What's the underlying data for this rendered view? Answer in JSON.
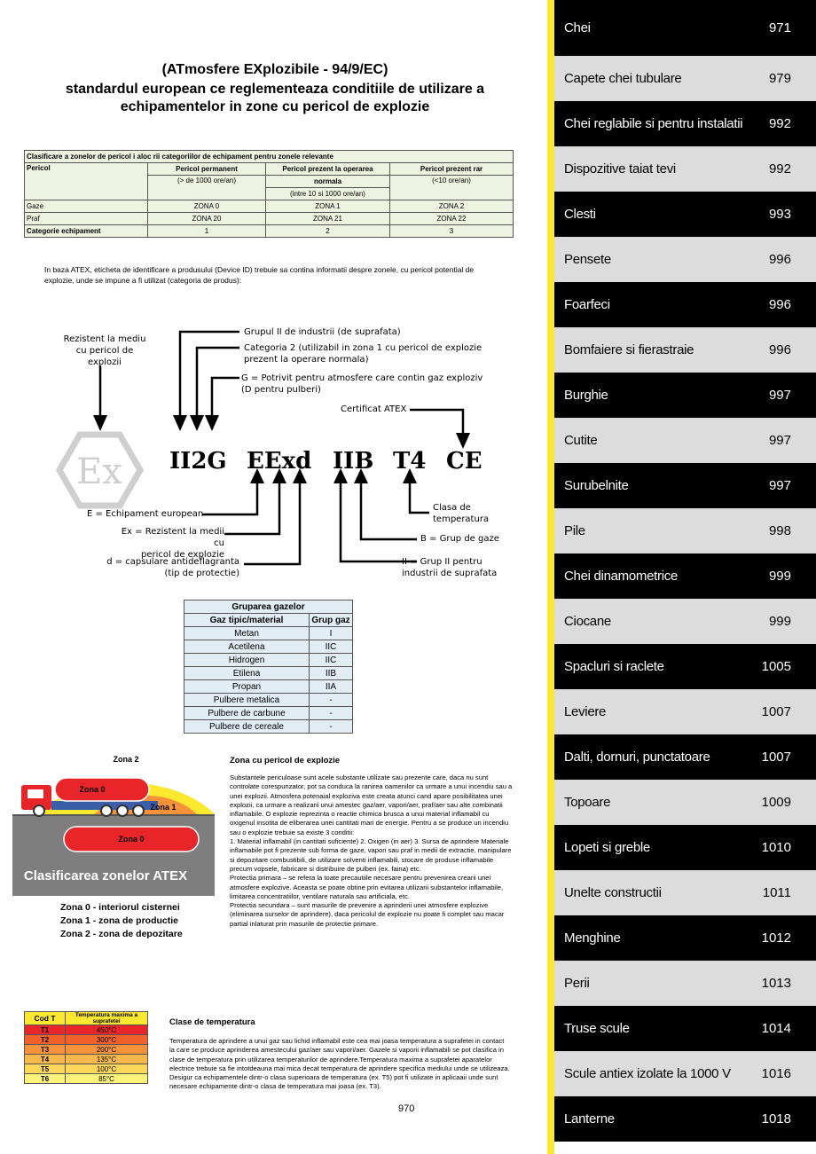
{
  "header": {
    "title_line1": "(ATmosfere EXplozibile - 94/9/EC)",
    "title_line2": "standardul european ce reglementeaza conditiile de utilizare a",
    "title_line3": "echipamentelor in zone cu pericol de explozie"
  },
  "zones_table": {
    "caption": "Clasificare a zonelor de pericol  i aloc rii categoriilor de echipament pentru zonele relevante",
    "col_pericol": "Pericol",
    "col1_title": "Pericol permanent",
    "col1_sub": "(> de 1000 ore/an)",
    "col2_title": "Pericol prezent la operarea",
    "col2_title2": "normala",
    "col2_sub": "(intre 10 si 1000 ore/an)",
    "col3_title": "Pericol prezent rar",
    "col3_sub": "(<10 ore/an)",
    "rows": [
      {
        "label": "Gaze",
        "c1": "ZONA 0",
        "c2": "ZONA 1",
        "c3": "ZONA 2"
      },
      {
        "label": "Praf",
        "c1": "ZONA 20",
        "c2": "ZONA 21",
        "c3": "ZONA 22"
      },
      {
        "label": "Categorie echipament",
        "c1": "1",
        "c2": "2",
        "c3": "3"
      }
    ]
  },
  "intro_text": "In baza ATEX, eticheta de identificare a produsului (Device ID) trebuie sa contina informatii despre zonele, cu pericol potential de explozie, unde se impune a fi utilizat (categoria de produs):",
  "marking": {
    "ex_symbol": "Ex",
    "code_ii2g": "II2G",
    "code_eexd": "EExd",
    "code_iib": "IIB",
    "code_t4": "T4",
    "code_ce": "CE",
    "lbl_rezistent_1": "Rezistent la mediu",
    "lbl_rezistent_2": "cu pericol de explozii",
    "lbl_grupul_ii": "Grupul II de industrii (de suprafata)",
    "lbl_categoria_1": "Categoria 2 (utilizabil in zona 1 cu pericol de explozie",
    "lbl_categoria_2": "prezent la operare normala)",
    "lbl_g_1": "G = Potrivit pentru atmosfere care contin gaz exploziv",
    "lbl_g_2": "(D pentru pulberi)",
    "lbl_certificat": "Certificat ATEX",
    "lbl_e": "E = Echipament european",
    "lbl_ex_1": "Ex = Rezistent la medii cu",
    "lbl_ex_2": "pericol de explozie",
    "lbl_d_1": "d = capsulare antideflagranta",
    "lbl_d_2": "(tip de protectie)",
    "lbl_clasa_1": "Clasa de",
    "lbl_clasa_2": "temperatura",
    "lbl_b": "B = Grup de gaze",
    "lbl_ii_1": "II = Grup II pentru",
    "lbl_ii_2": "industrii de suprafata"
  },
  "gas_table": {
    "title": "Gruparea gazelor",
    "h1": "Gaz tipic/material",
    "h2": "Grup gaz",
    "rows": [
      {
        "gaz": "Metan",
        "grup": "I"
      },
      {
        "gaz": "Acetilena",
        "grup": "IIC"
      },
      {
        "gaz": "Hidrogen",
        "grup": "IIC"
      },
      {
        "gaz": "Etilena",
        "grup": "IIB"
      },
      {
        "gaz": "Propan",
        "grup": "IIA"
      },
      {
        "gaz": "Pulbere metalica",
        "grup": "-"
      },
      {
        "gaz": "Pulbere de carbune",
        "grup": "-"
      },
      {
        "gaz": "Pulbere de cereale",
        "grup": "-"
      }
    ]
  },
  "atex_image": {
    "zona2": "Zona 2",
    "zona1": "Zona 1",
    "zona0_top": "Zona 0",
    "zona0_bottom": "Zona 0",
    "caption": "Clasificarea zonelor ATEX"
  },
  "zone_list": {
    "z0": "Zona 0 - interiorul cisternei",
    "z1": "Zona 1 - zona de productie",
    "z2": "Zona 2 - zona de depozitare"
  },
  "explosion_section": {
    "title": "Zona cu pericol de explozie",
    "p1": "Substantele periculoase sunt acele substante utilizate sau prezente care, daca nu sunt controlate corespunzator, pot sa conduca la ranirea oamenilor ca urmare a unui incendiu sau a unei explozii. Atmosfera potenaial exploziva este creata atunci cand apare posibilitatea unei explozii, ca urmare a realizarii unui amestec gaz/aer, vapori/aer, praf/aer sau alte combinatii inflamabile. O explozie reprezinta o reactie chimica brusca a unui material inflamabil cu oxigenul insotita de eliberarea unei cantitati mari de energie. Pentru a se produce un incendiu sau o explozie trebuie sa existe 3 conditii:",
    "p2": "1. Material inflamabil (in cantitati suficiente) 2. Oxigen (in aer) 3. Sursa de aprindere Materiale inflamabile pot fi prezente sub forma de gaze, vapori sau praf in medii de extractie, manipulare si depozitare combustibili, de utilizare solventi inflamabili, stocare de produse inflamabile precum vopsele, fabricare si distribuire de pulberi (ex. faina) etc.",
    "p3": "Protectia primara – se refera la toate precautiile necesare pentru prevenirea crearii unei atmosfere explozive. Aceasta se poate obtine prin evitarea utilizarii substantelor inflamabile, limitarea concentratiilor, ventilare naturala sau artificiala, etc.",
    "p4": "Protectia secundara – sunt masurile de prevenire a aprinderii unei atmosfere explozive (eliminarea surselor de aprindere), daca pericolul de explozie nu poate fi complet sau macar partial inlaturat prin masurile de protectie primare."
  },
  "temp_table": {
    "h1": "Cod T",
    "h2": "Temperatura maxima a suprafetei",
    "rows": [
      {
        "cod": "T1",
        "temp": "450°C",
        "color": "#e8262a"
      },
      {
        "cod": "T2",
        "temp": "300°C",
        "color": "#f0612c"
      },
      {
        "cod": "T3",
        "temp": "200°C",
        "color": "#f6933a"
      },
      {
        "cod": "T4",
        "temp": "135°C",
        "color": "#fbb84a"
      },
      {
        "cod": "T5",
        "temp": "100°C",
        "color": "#fdd75a"
      },
      {
        "cod": "T6",
        "temp": "85°C",
        "color": "#fff27a"
      }
    ]
  },
  "temp_section": {
    "title": "Clase de temperatura",
    "text": "Temperatura de aprindere a unui gaz sau lichid inflamabil este cea mai joasa temperatura a suprafetei in contact la care se produce aprinderea amestecului gaz/aer sau vapori/aer. Gazele si vaporii inflamabili se pot clasifica in clase de temperatura prin utilizarea temperaturilor de aprindere.Temperatura maxima a suprafetei aparatelor electrice trebuie sa fie intotdeauna mai mica decat temperatura de aprindere specifica mediului unde se utilizeaza. Desigur ca echipamentele dintr-o clasa superioara de temperatura (ex. T5) pot fi utilizate in aplicaaii unde sunt necesare echipamente dintr-o clasa de temperatura mai joasa (ex. T3)."
  },
  "page_number": "970",
  "sidebar": [
    {
      "label": "Chei",
      "page": "971"
    },
    {
      "label": "Capete chei tubulare",
      "page": "979"
    },
    {
      "label": "Chei reglabile si pentru instalatii",
      "page": "992"
    },
    {
      "label": "Dispozitive taiat tevi",
      "page": "992"
    },
    {
      "label": "Clesti",
      "page": "993"
    },
    {
      "label": "Pensete",
      "page": "996"
    },
    {
      "label": "Foarfeci",
      "page": "996"
    },
    {
      "label": "Bomfaiere si fierastraie",
      "page": "996"
    },
    {
      "label": "Burghie",
      "page": "997"
    },
    {
      "label": "Cutite",
      "page": "997"
    },
    {
      "label": "Surubelnite",
      "page": "997"
    },
    {
      "label": "Pile",
      "page": "998"
    },
    {
      "label": "Chei dinamometrice",
      "page": "999"
    },
    {
      "label": "Ciocane",
      "page": "999"
    },
    {
      "label": "Spacluri si raclete",
      "page": "1005"
    },
    {
      "label": "Leviere",
      "page": "1007"
    },
    {
      "label": "Dalti, dornuri, punctatoare",
      "page": "1007"
    },
    {
      "label": "Topoare",
      "page": "1009"
    },
    {
      "label": "Lopeti si greble",
      "page": "1010"
    },
    {
      "label": "Unelte constructii",
      "page": "1011"
    },
    {
      "label": "Menghine",
      "page": "1012"
    },
    {
      "label": "Perii",
      "page": "1013"
    },
    {
      "label": "Truse scule",
      "page": "1014"
    },
    {
      "label": "Scule antiex izolate la 1000 V",
      "page": "1016"
    },
    {
      "label": "Lanterne",
      "page": "1018"
    }
  ]
}
